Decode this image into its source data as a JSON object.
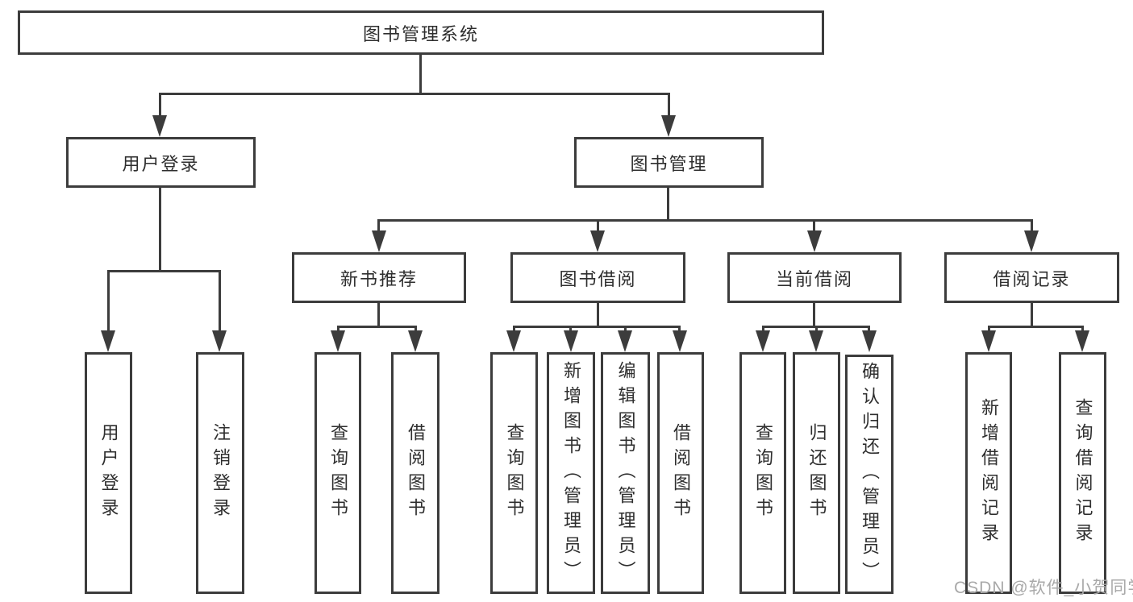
{
  "diagram": {
    "root": {
      "label": "图书管理系统"
    },
    "branches": {
      "user": {
        "label": "用户登录"
      },
      "mgmt": {
        "label": "图书管理"
      }
    },
    "modules": {
      "recommend": {
        "label": "新书推荐"
      },
      "borrow": {
        "label": "图书借阅"
      },
      "current": {
        "label": "当前借阅"
      },
      "record": {
        "label": "借阅记录"
      }
    },
    "leaves": {
      "user": [
        "用户登录",
        "注销登录"
      ],
      "recommend": [
        "查询图书",
        "借阅图书"
      ],
      "borrow": [
        "查询图书",
        "新增图书（管理员）",
        "编辑图书（管理员）",
        "借阅图书"
      ],
      "current": [
        "查询图书",
        "归还图书",
        "确认归还（管理员）"
      ],
      "record": [
        "新增借阅记录",
        "查询借阅记录"
      ]
    }
  },
  "watermark": {
    "text": "CSDN @软件_小贺同学"
  },
  "colors": {
    "line": "#3c3c3c",
    "text": "#2e2e2e",
    "watermark": "#a9a9a9",
    "background": "#ffffff"
  }
}
